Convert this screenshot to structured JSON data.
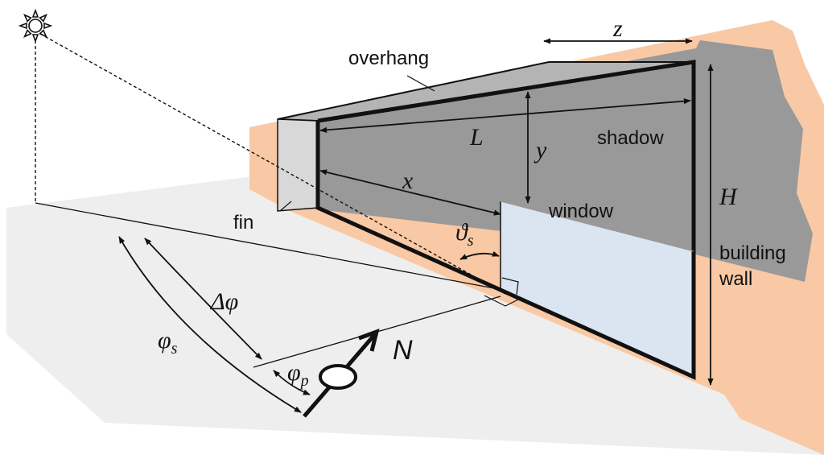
{
  "colors": {
    "background": "#ffffff",
    "ground": "#eeeeee",
    "wall_sunlit": "#f8c9a4",
    "wall_shadow": "#999999",
    "overhang_side": "#b4b4b4",
    "fin": "#d8d8d8",
    "window": "#dbe5f1",
    "line": "#111111"
  },
  "labels": {
    "overhang": "overhang",
    "shadow": "shadow",
    "fin": "fin",
    "window": "window",
    "building_wall_1": "building",
    "building_wall_2": "wall"
  },
  "symbols": {
    "z": "z",
    "L": "L",
    "y": "y",
    "x": "x",
    "H": "H",
    "theta_s": "ϑ",
    "theta_s_sub": "s",
    "delta_phi": "Δφ",
    "phi_s": "φ",
    "phi_s_sub": "s",
    "phi_p": "φ",
    "phi_p_sub": "p",
    "north": "N"
  },
  "icons": {
    "sun": "sun-icon",
    "compass": "compass-needle-icon"
  }
}
